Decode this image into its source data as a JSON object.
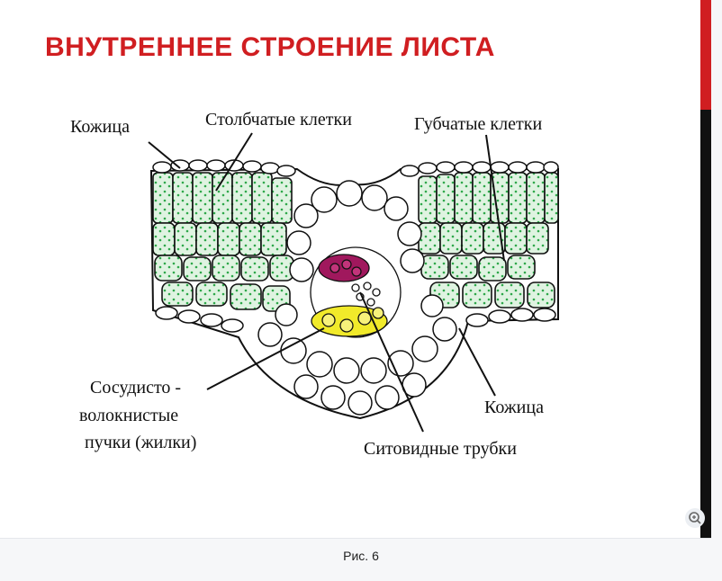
{
  "slide": {
    "title": "ВНУТРЕННЕЕ СТРОЕНИЕ ЛИСТА",
    "labels": {
      "skin_top": "Кожица",
      "palisade": "Столбчатые клетки",
      "spongy": "Губчатые клетки",
      "bundle_line1": "Сосудисто -",
      "bundle_line2": "волокнистые",
      "bundle_line3": "пучки (жилки)",
      "skin_bottom": "Кожица",
      "sieve": "Ситовидные трубки"
    }
  },
  "caption": "Рис. 6",
  "colors": {
    "title": "#d01e21",
    "accent_bar": "#d01e21",
    "side_bar": "#111111",
    "cell_green": "#dff3e1",
    "chloroplast": "#2ea84a",
    "phloem": "#a0185d",
    "xylem": "#f1ea2a"
  },
  "icons": {
    "zoom": "zoom-in-icon"
  }
}
